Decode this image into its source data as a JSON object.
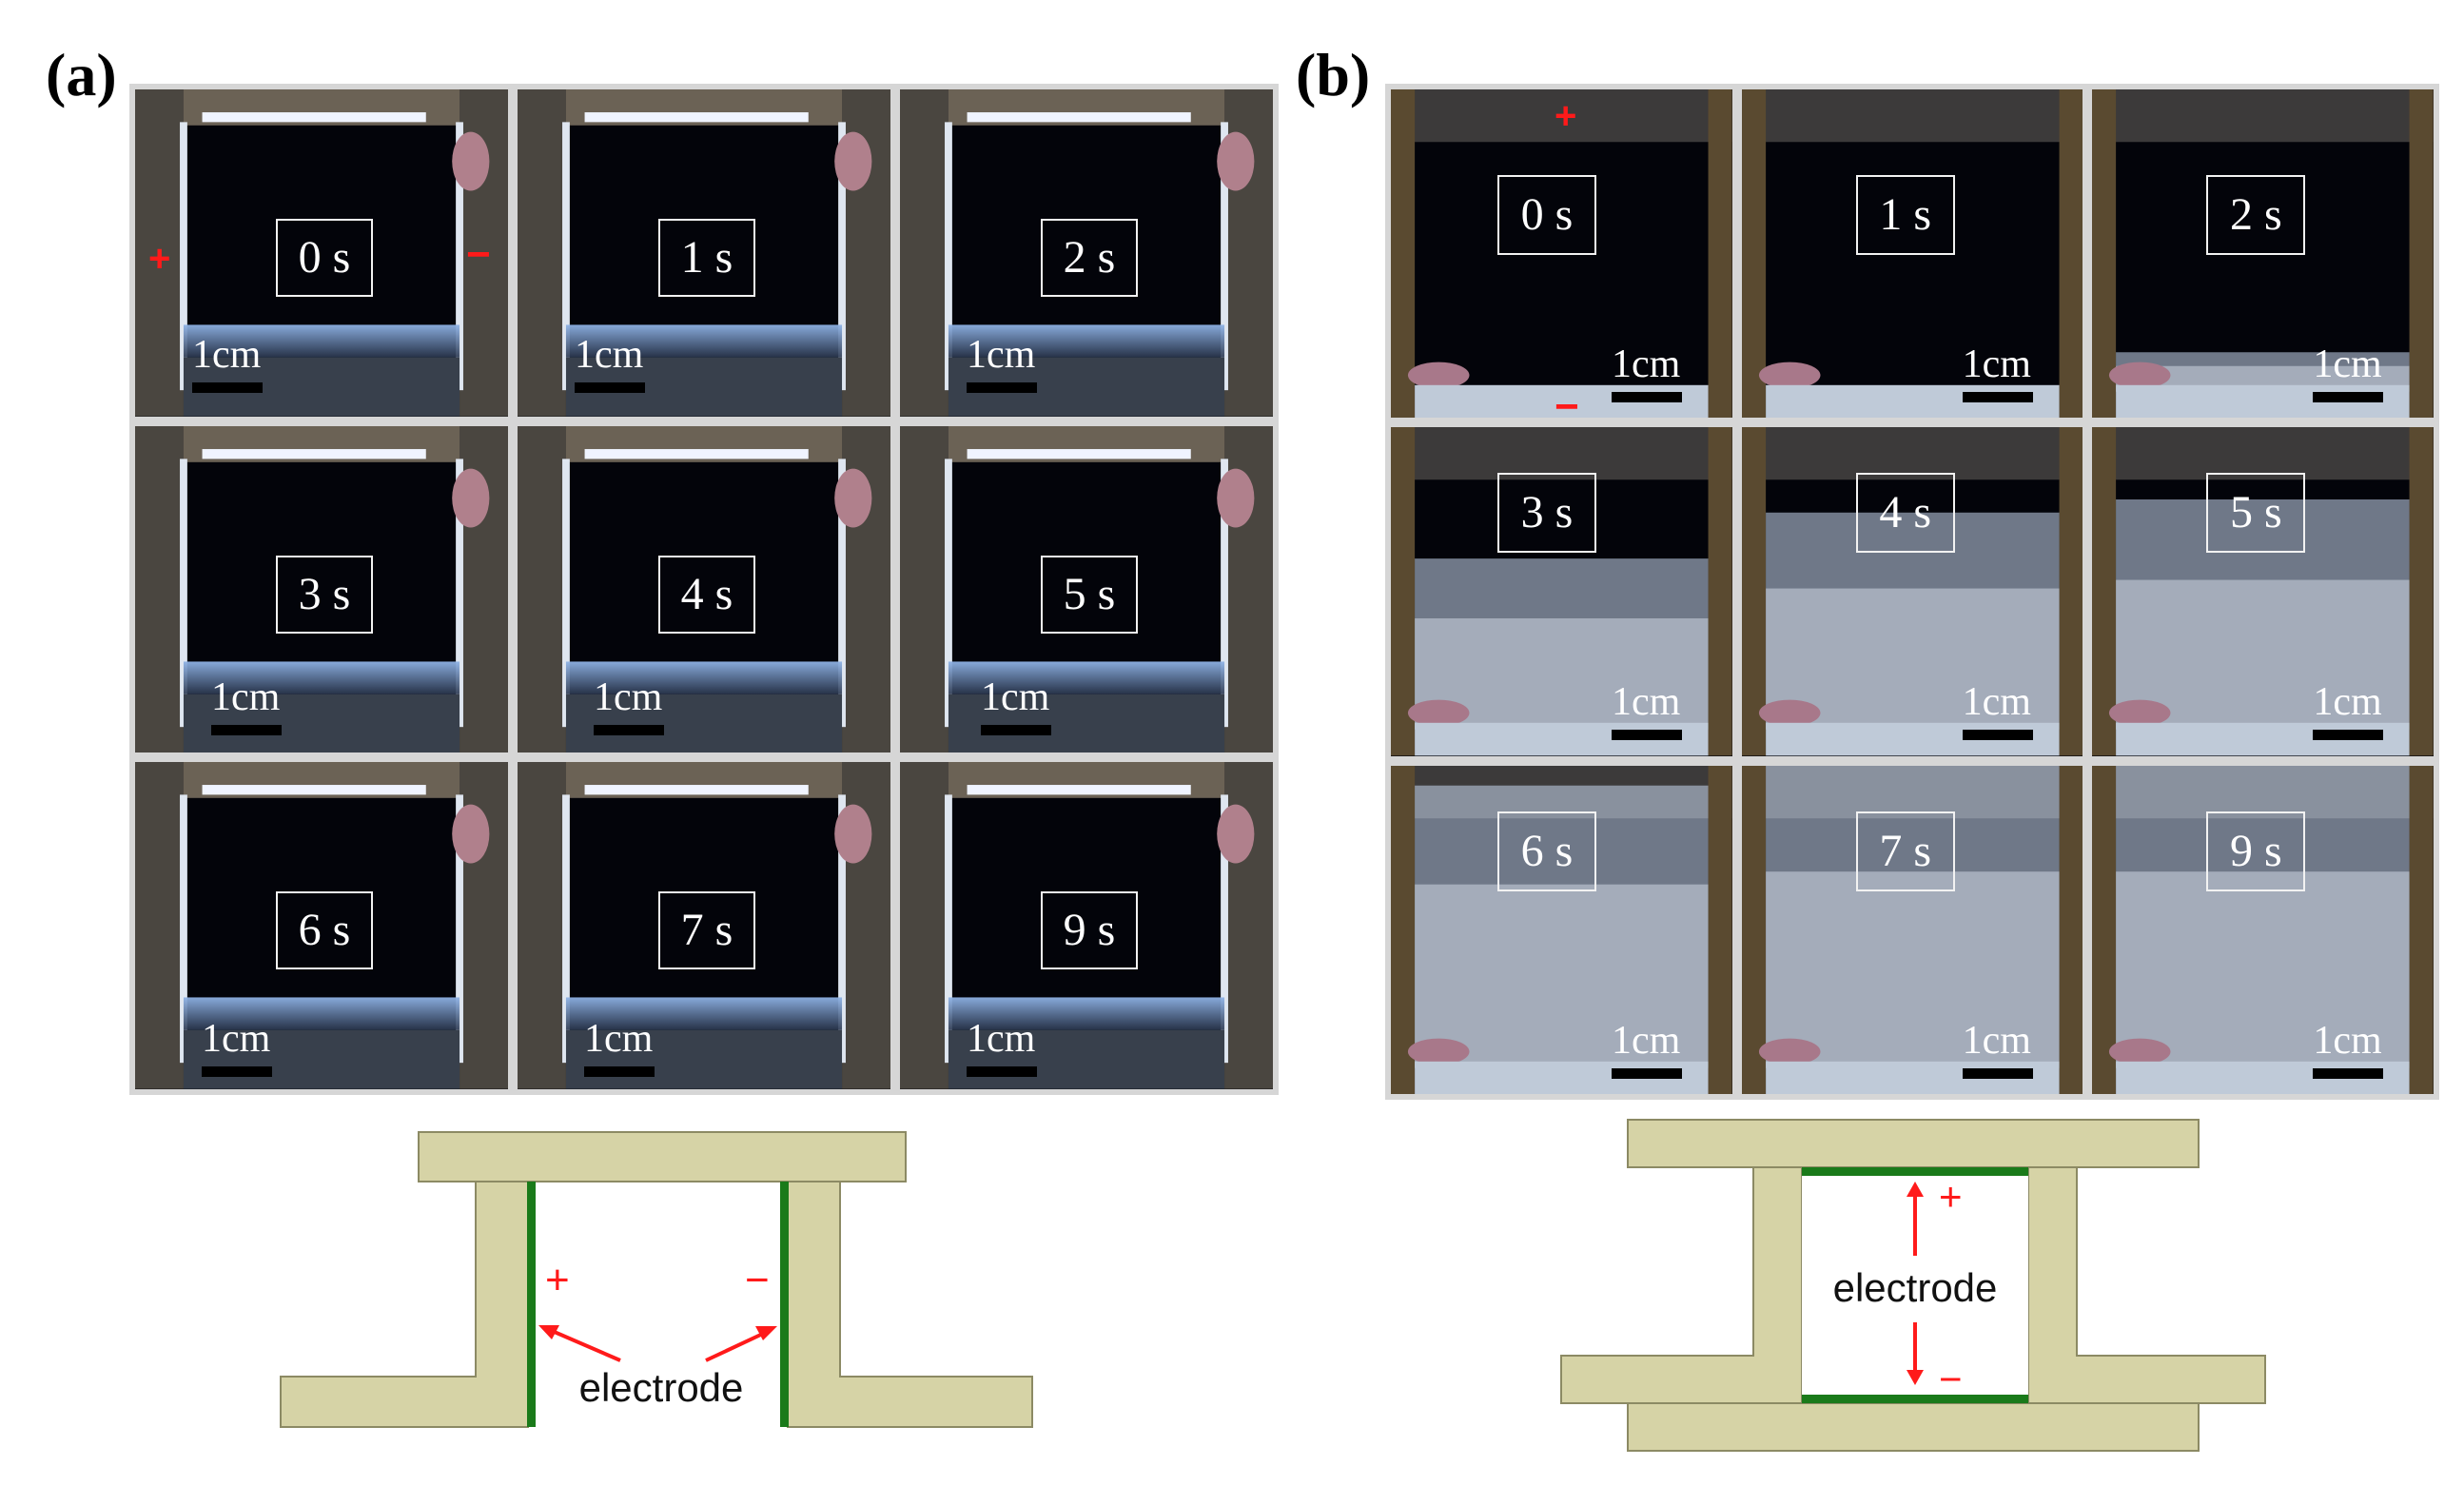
{
  "panels": {
    "a": {
      "label": "(a)",
      "frames": [
        {
          "time": "0 s",
          "scale": "1cm"
        },
        {
          "time": "1 s",
          "scale": "1cm"
        },
        {
          "time": "2 s",
          "scale": "1cm"
        },
        {
          "time": "3 s",
          "scale": "1cm"
        },
        {
          "time": "4 s",
          "scale": "1cm"
        },
        {
          "time": "5 s",
          "scale": "1cm"
        },
        {
          "time": "6 s",
          "scale": "1cm"
        },
        {
          "time": "7 s",
          "scale": "1cm"
        },
        {
          "time": "9 s",
          "scale": "1cm"
        }
      ],
      "polarity": {
        "plus": "+",
        "minus": "−"
      },
      "diagram": {
        "plus": "+",
        "minus": "−",
        "electrode_label": "electrode"
      }
    },
    "b": {
      "label": "(b)",
      "frames": [
        {
          "time": "0 s",
          "scale": "1cm"
        },
        {
          "time": "1 s",
          "scale": "1cm"
        },
        {
          "time": "2 s",
          "scale": "1cm"
        },
        {
          "time": "3 s",
          "scale": "1cm"
        },
        {
          "time": "4 s",
          "scale": "1cm"
        },
        {
          "time": "5 s",
          "scale": "1cm"
        },
        {
          "time": "6 s",
          "scale": "1cm"
        },
        {
          "time": "7 s",
          "scale": "1cm"
        },
        {
          "time": "9 s",
          "scale": "1cm"
        }
      ],
      "polarity": {
        "plus": "+",
        "minus": "−"
      },
      "diagram": {
        "plus": "+",
        "minus": "−",
        "electrode_label": "electrode"
      }
    }
  },
  "colors": {
    "block_fill": "#d6d3a6",
    "block_stroke": "#8c8a64",
    "electrode": "#1a7a1a",
    "polarity": "#ff1a1a",
    "grid_border": "#d6d6d6",
    "chamber": "#03040a",
    "foam": "#c9d9f0"
  }
}
